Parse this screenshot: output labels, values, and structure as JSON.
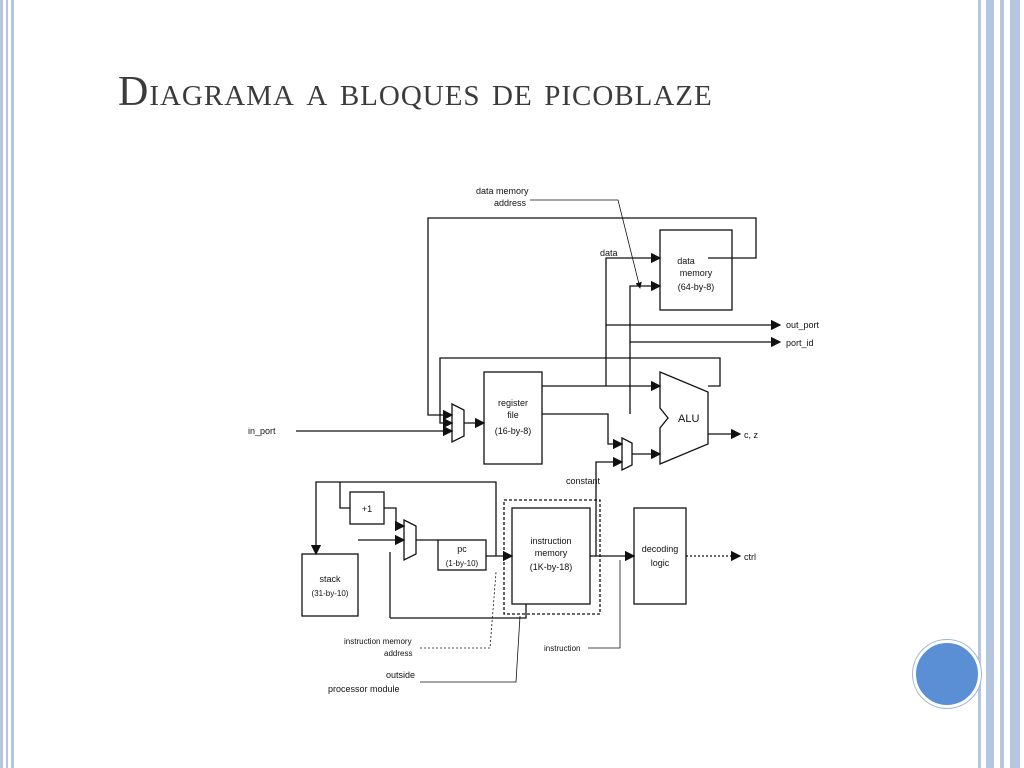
{
  "slide": {
    "title": "Diagrama a bloques de picoblaze",
    "accent_color": "#5a8fd6",
    "frame_color": "#b7c6df"
  },
  "diagram": {
    "labels": {
      "data_memory_address_1": "data memory",
      "data_memory_address_2": "address",
      "data": "data",
      "data_memory_1": "data",
      "data_memory_2": "memory",
      "data_memory_3": "(64-by-8)",
      "out_port": "out_port",
      "port_id": "port_id",
      "in_port": "in_port",
      "register_file_1": "register",
      "register_file_2": "file",
      "register_file_3": "(16-by-8)",
      "alu": "ALU",
      "cz": "c, z",
      "constant": "constant",
      "plus_one": "+1",
      "pc_1": "pc",
      "pc_2": "(1-by-10)",
      "instruction_memory_1": "instruction",
      "instruction_memory_2": "memory",
      "instruction_memory_3": "(1K-by-18)",
      "decoding_logic_1": "decoding",
      "decoding_logic_2": "logic",
      "ctrl": "ctrl",
      "stack_1": "stack",
      "stack_2": "(31-by-10)",
      "instr_mem_address_1": "instruction memory",
      "instr_mem_address_2": "address",
      "instruction": "instruction",
      "outside_1": "outside",
      "outside_2": "processor module"
    }
  }
}
